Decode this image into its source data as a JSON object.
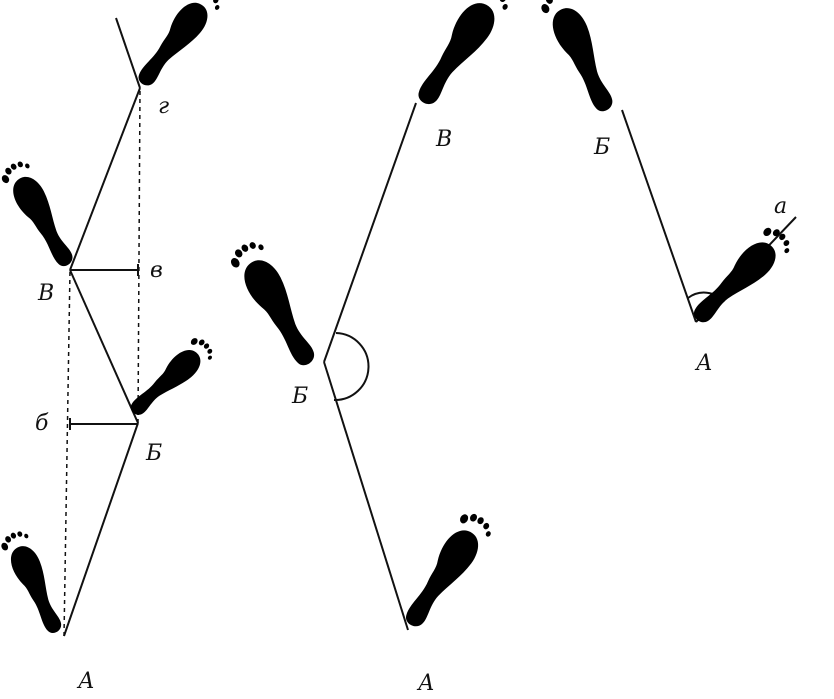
{
  "diagram": {
    "panel_left": {
      "labels": {
        "A": "А",
        "B_lower": "Б",
        "V_upper": "В",
        "G": "г",
        "v": "в",
        "b": "б"
      }
    },
    "panel_middle": {
      "labels": {
        "A": "А",
        "B": "Б",
        "V": "В"
      }
    },
    "panel_right": {
      "labels": {
        "B": "Б",
        "A": "А",
        "a": "а"
      }
    }
  }
}
